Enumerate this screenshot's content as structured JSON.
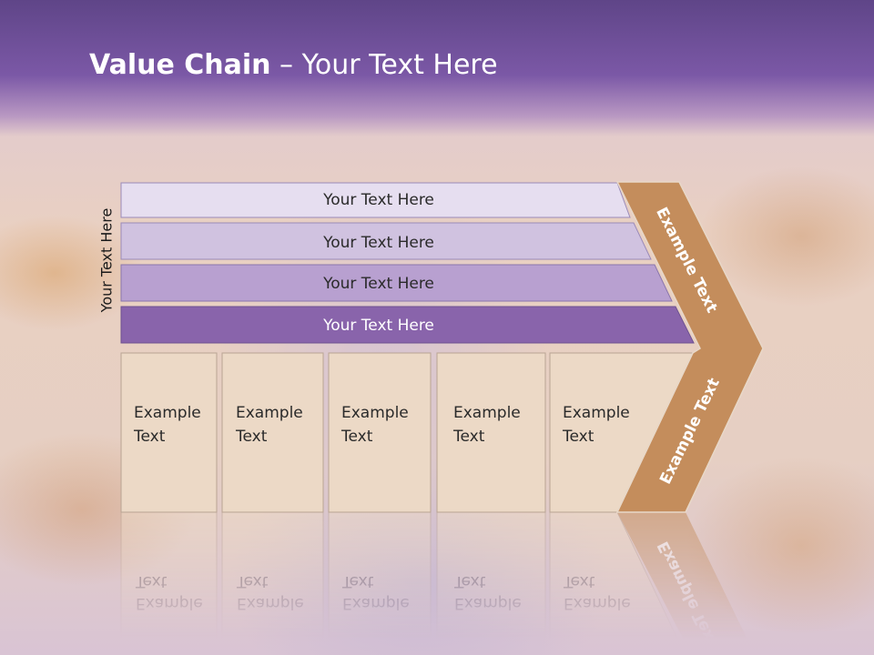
{
  "title": {
    "bold": "Value Chain",
    "separator": " – ",
    "rest": "Your Text Here"
  },
  "side_label": "Your Text Here",
  "bars": [
    {
      "label": "Your Text Here",
      "fill": "#e6def0",
      "stroke": "#9a8ab8"
    },
    {
      "label": "Your Text Here",
      "fill": "#d0c2e0",
      "stroke": "#9a8ab8"
    },
    {
      "label": "Your Text Here",
      "fill": "#b8a0d0",
      "stroke": "#8a76ac"
    },
    {
      "label": "Your Text Here",
      "fill": "#8964ab",
      "stroke": "#6e5290"
    }
  ],
  "boxes": [
    {
      "line1": "Example",
      "line2": "Text"
    },
    {
      "line1": "Example",
      "line2": "Text"
    },
    {
      "line1": "Example",
      "line2": "Text"
    },
    {
      "line1": "Example",
      "line2": "Text"
    },
    {
      "line1": "Example",
      "line2": "Text"
    }
  ],
  "chevron": {
    "upper": "Example Text",
    "lower": "Example Text",
    "color": "#c48d5c"
  },
  "colors": {
    "box_fill": "#ecd9c6",
    "box_stroke": "#b9a493",
    "header": "#6f4f9c"
  }
}
